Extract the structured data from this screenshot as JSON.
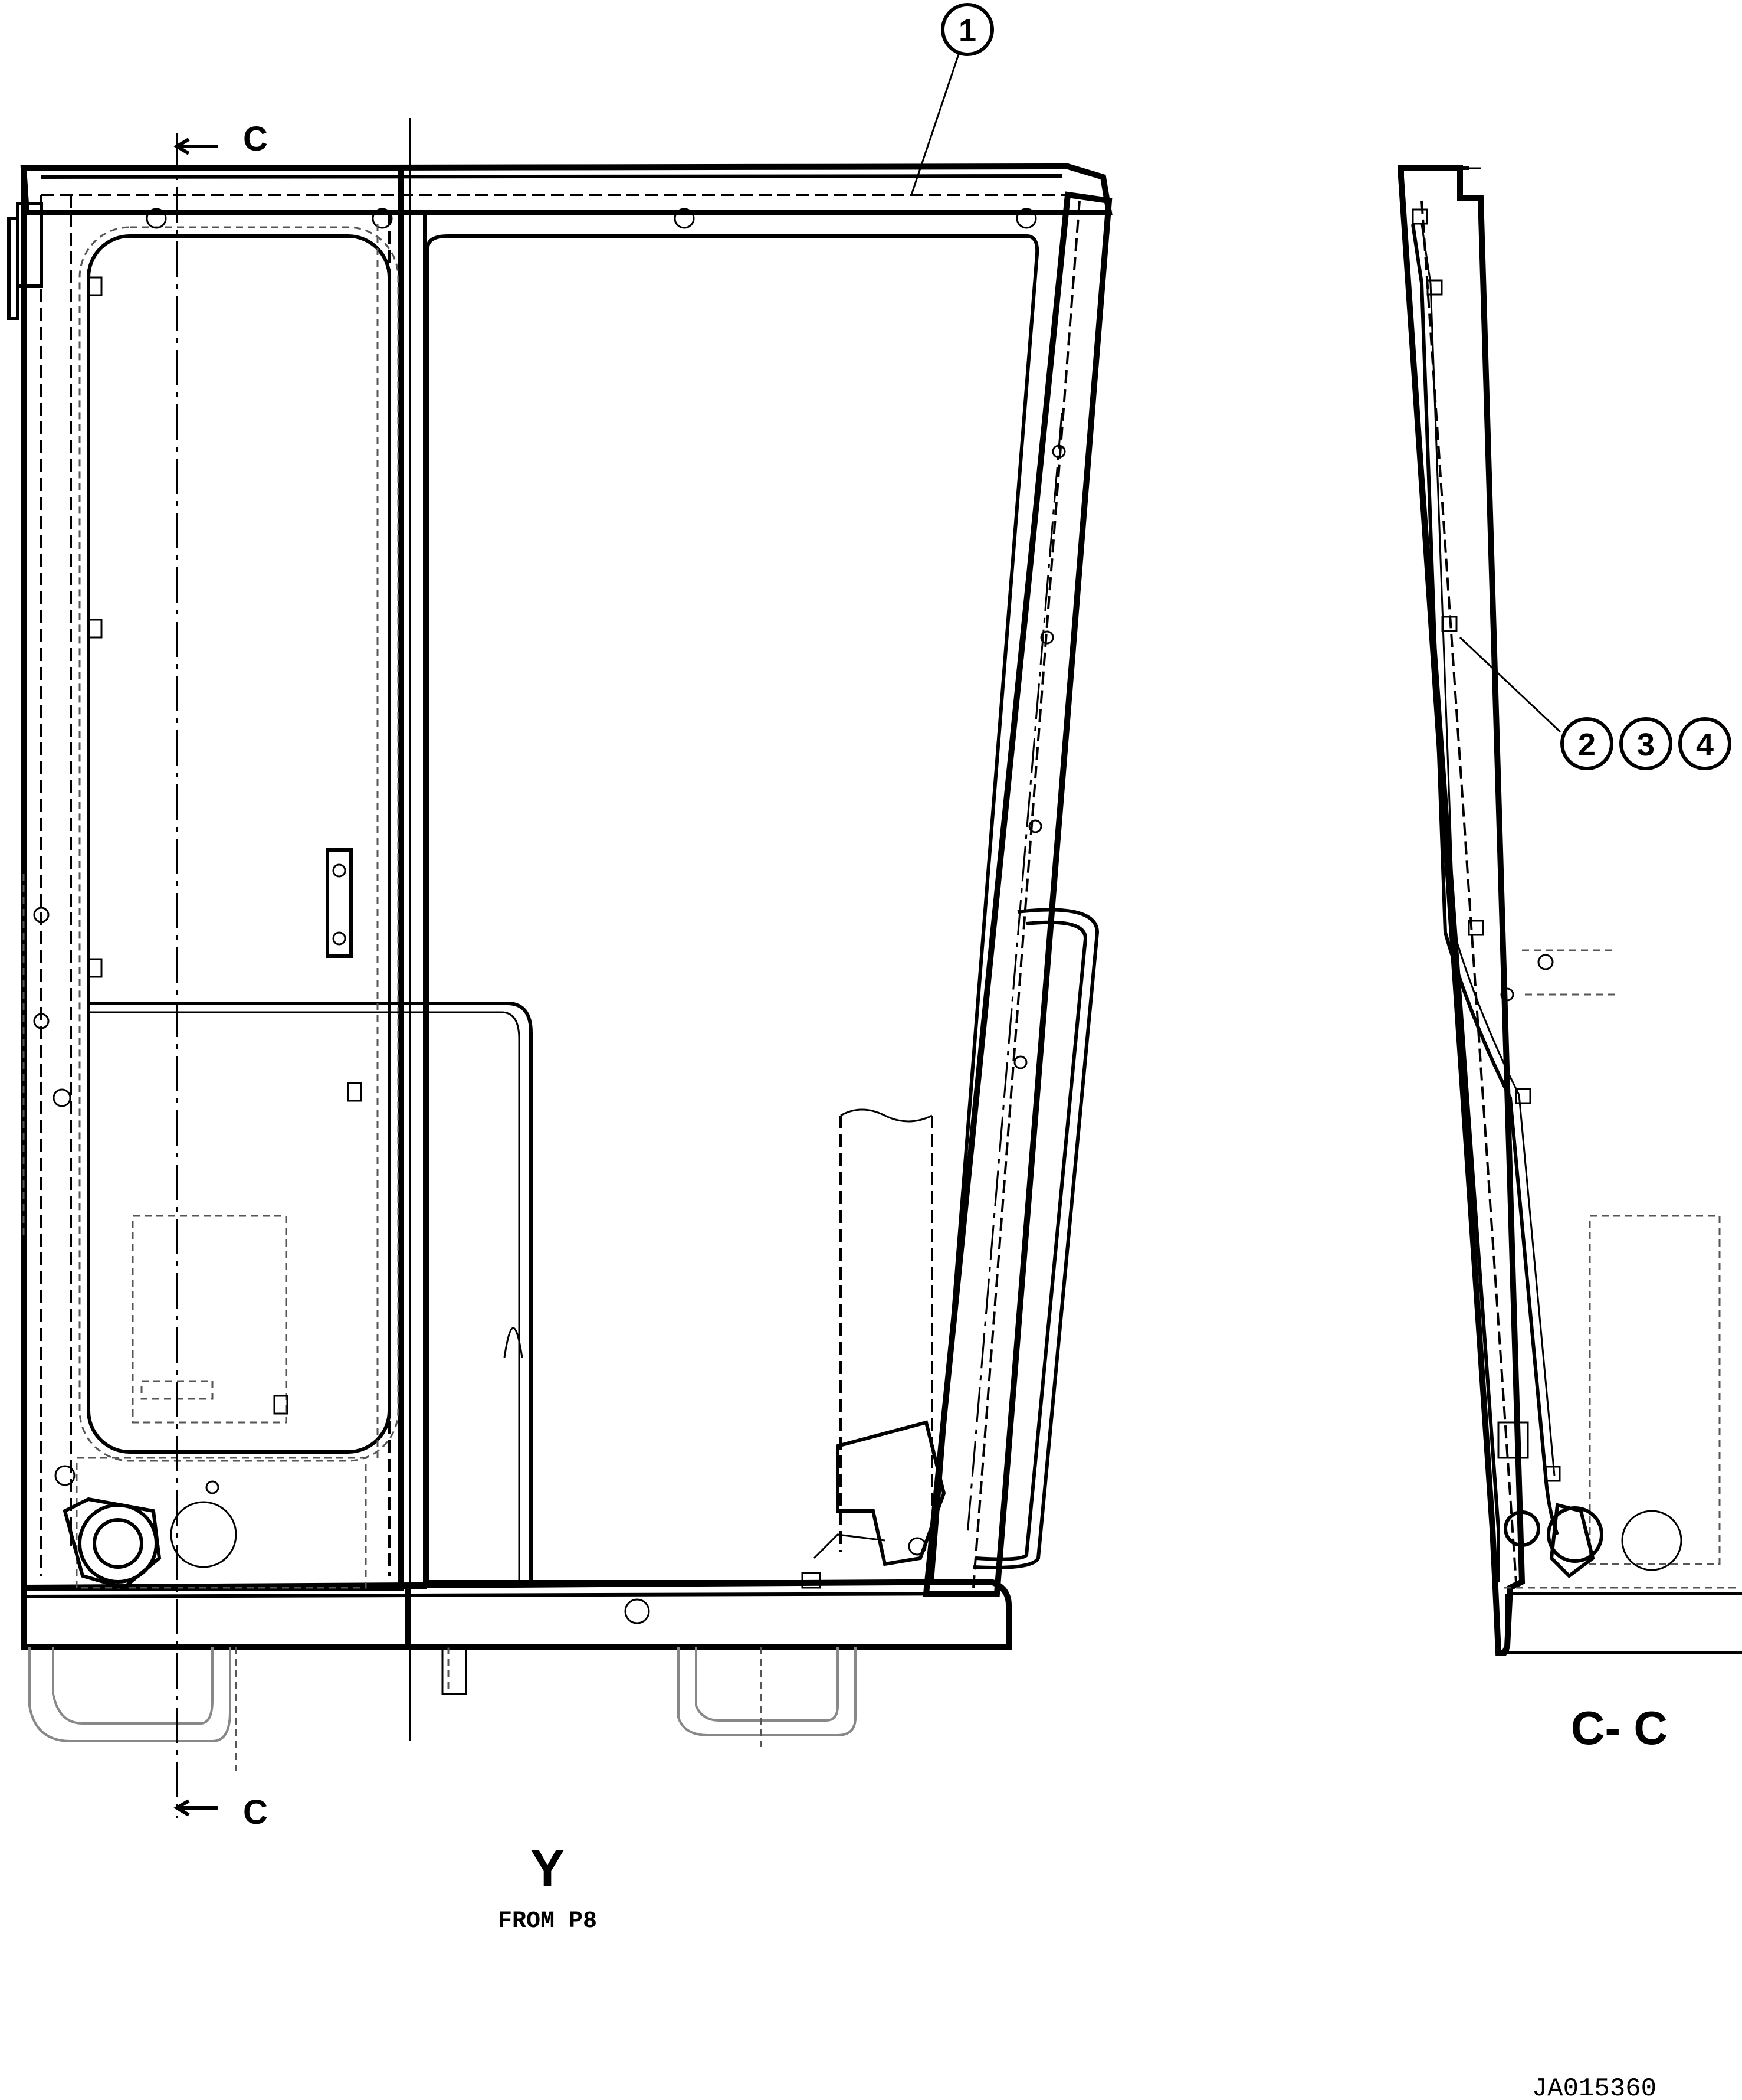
{
  "callouts": {
    "item_1": "1",
    "item_2": "2",
    "item_3": "3",
    "item_4": "4"
  },
  "section_marks": {
    "top": "C",
    "bottom": "C"
  },
  "view": {
    "title": "Y",
    "subtitle": "FROM P8"
  },
  "section_title": "C- C",
  "drawing_id": "JA015360"
}
